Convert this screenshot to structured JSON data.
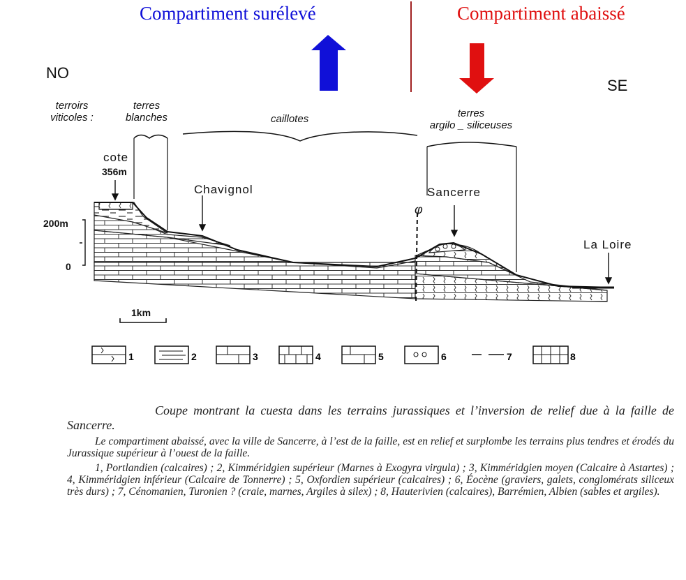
{
  "titles": {
    "raised": "Compartiment surélevé",
    "lowered": "Compartiment abaissé"
  },
  "colors": {
    "raised": "#1010d8",
    "lowered": "#e01010",
    "fault_line": "#a02020"
  },
  "orientation": {
    "west": "NO",
    "east": "SE"
  },
  "terroirs": {
    "heading": [
      "terroirs",
      "viticoles :"
    ],
    "terres_blanches": [
      "terres",
      "blanches"
    ],
    "caillotes": "caillotes",
    "argilo": [
      "terres",
      "argilo _ siliceuses"
    ]
  },
  "places": {
    "cote": "cote",
    "cote_alt": "356m",
    "chavignol": "Chavignol",
    "sancerre": "Sancerre",
    "loire": "La Loire",
    "fault_symbol": "φ"
  },
  "scale": {
    "alt_200": "200m",
    "alt_0": "0",
    "distance": "1km"
  },
  "legend": [
    "1",
    "2",
    "3",
    "4",
    "5",
    "6",
    "7",
    "8"
  ],
  "caption": {
    "main": "Coupe montrant la cuesta dans les terrains jurassiques et l’inversion de relief due à la faille de Sancerre.",
    "para1": "Le compartiment abaissé, avec la ville de Sancerre, à l’est de la faille, est en relief et surplombe les terrains plus tendres et érodés du Jurassique supérieur à l’ouest de la faille.",
    "para2": "1, Portlandien (calcaires) ; 2, Kimméridgien supérieur (Marnes à Exogyra virgula) ; 3, Kimméridgien moyen (Calcaire à Astartes) ; 4, Kimméridgien inférieur (Calcaire de Tonnerre) ; 5, Oxfordien supérieur (calcaires) ; 6, Éocène (graviers, galets, conglomérats siliceux très durs) ; 7, Cénomanien, Turonien ? (craie, marnes, Argiles à silex) ; 8, Hauterivien (calcaires), Barrémien, Albien (sables et argiles)."
  }
}
